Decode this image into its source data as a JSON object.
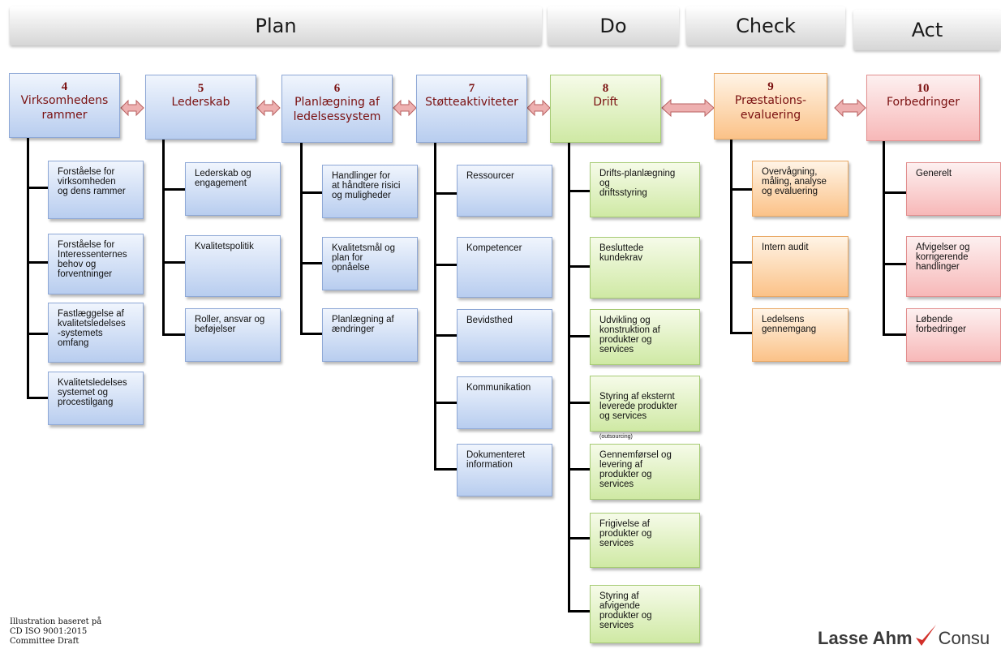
{
  "phases": {
    "plan": "Plan",
    "do": "Do",
    "check": "Check",
    "act": "Act"
  },
  "clauses": [
    {
      "number": "4",
      "title": "Virksomhedens\nrammer",
      "items": [
        "Forståelse for\nvirksomheden\nog dens rammer",
        "Forståelse for\nInteressenternes\nbehov og\nforventninger",
        "Fastlæggelse af\nkvalitetsledelses\n-systemets\nomfang",
        "Kvalitetsledelses\nsystemet og\nprocestilgang"
      ]
    },
    {
      "number": "5",
      "title": "Lederskab",
      "items": [
        "Lederskab og\nengagement",
        "Kvalitetspolitik",
        "Roller, ansvar og\nbeføjelser"
      ]
    },
    {
      "number": "6",
      "title": "Planlægning af\nledelsessystem",
      "items": [
        "Handlinger for\nat håndtere risici\nog muligheder",
        "Kvalitetsmål og\nplan for\nopnåelse",
        "Planlægning af\nændringer"
      ]
    },
    {
      "number": "7",
      "title": "Støtteaktiviteter",
      "items": [
        "Ressourcer",
        "Kompetencer",
        "Bevidsthed",
        "Kommunikation",
        "Dokumenteret\ninformation"
      ]
    },
    {
      "number": "8",
      "title": "Drift",
      "items": [
        "Drifts-planlægning\nog\ndriftsstyring",
        "Besluttede\nkundekrav",
        "Udvikling og\nkonstruktion af\nprodukter og\nservices",
        "Styring af eksternt\nleverede produkter\nog services",
        "Gennemførsel og\nlevering af\nprodukter og\nservices",
        "Frigivelse af\nprodukter og\nservices",
        "Styring af\nafvigende\nprodukter og\nservices"
      ],
      "item4_note": "(outsourcing)"
    },
    {
      "number": "9",
      "title": "Præstations-\nevaluering",
      "items": [
        "Overvågning,\nmåling, analyse\nog evaluering",
        "Intern audit",
        "Ledelsens\ngennemgang"
      ]
    },
    {
      "number": "10",
      "title": "Forbedringer",
      "items": [
        "Generelt",
        "Afvigelser og\nkorrigerende\nhandlinger",
        "Løbende\nforbedringer"
      ]
    }
  ],
  "footnote": "Illustration baseret på\nCD ISO 9001:2015\nCommittee Draft",
  "logo": {
    "bold": "Lasse Ahm",
    "rest": "Consu"
  },
  "colors": {
    "plan_blue": "#b8cdef",
    "do_green": "#cfe9a4",
    "check_orange": "#fbc288",
    "act_red": "#f7b8b8",
    "title_text": "#7a1010",
    "arrow": "#e8a0a0"
  }
}
